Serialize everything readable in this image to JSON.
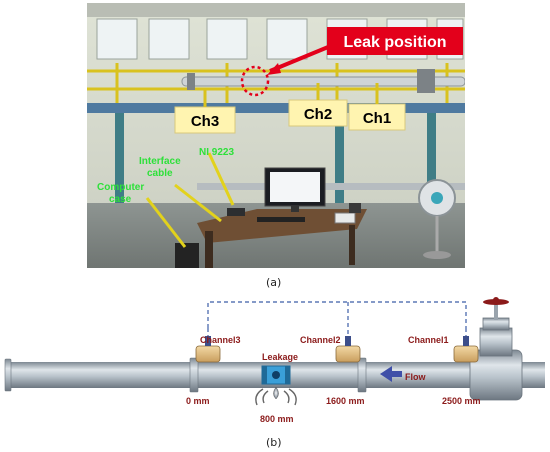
{
  "photo": {
    "leak_label": "Leak position",
    "ch3": "Ch3",
    "ch2": "Ch2",
    "ch1": "Ch1",
    "interface_cable_line1": "Interface",
    "interface_cable_line2": "cable",
    "device_label": "NI 9223",
    "computer_line1": "Computer",
    "computer_line2": "case",
    "leak_label_color": "#e3001b",
    "channel_label_bg": "#fff4b0"
  },
  "caption_a": "(a)",
  "caption_b": "(b)",
  "schematic": {
    "channel3": "Channel3",
    "channel2": "Channel2",
    "channel1": "Channel1",
    "leakage": "Leakage",
    "flow": "Flow",
    "pos0": "0 mm",
    "pos800": "800 mm",
    "pos1600": "1600 mm",
    "pos2500": "2500 mm",
    "label_color": "#8b1a1a",
    "flow_arrow_color": "#3f4fa8",
    "pipe_color": "#a9b4bd"
  }
}
